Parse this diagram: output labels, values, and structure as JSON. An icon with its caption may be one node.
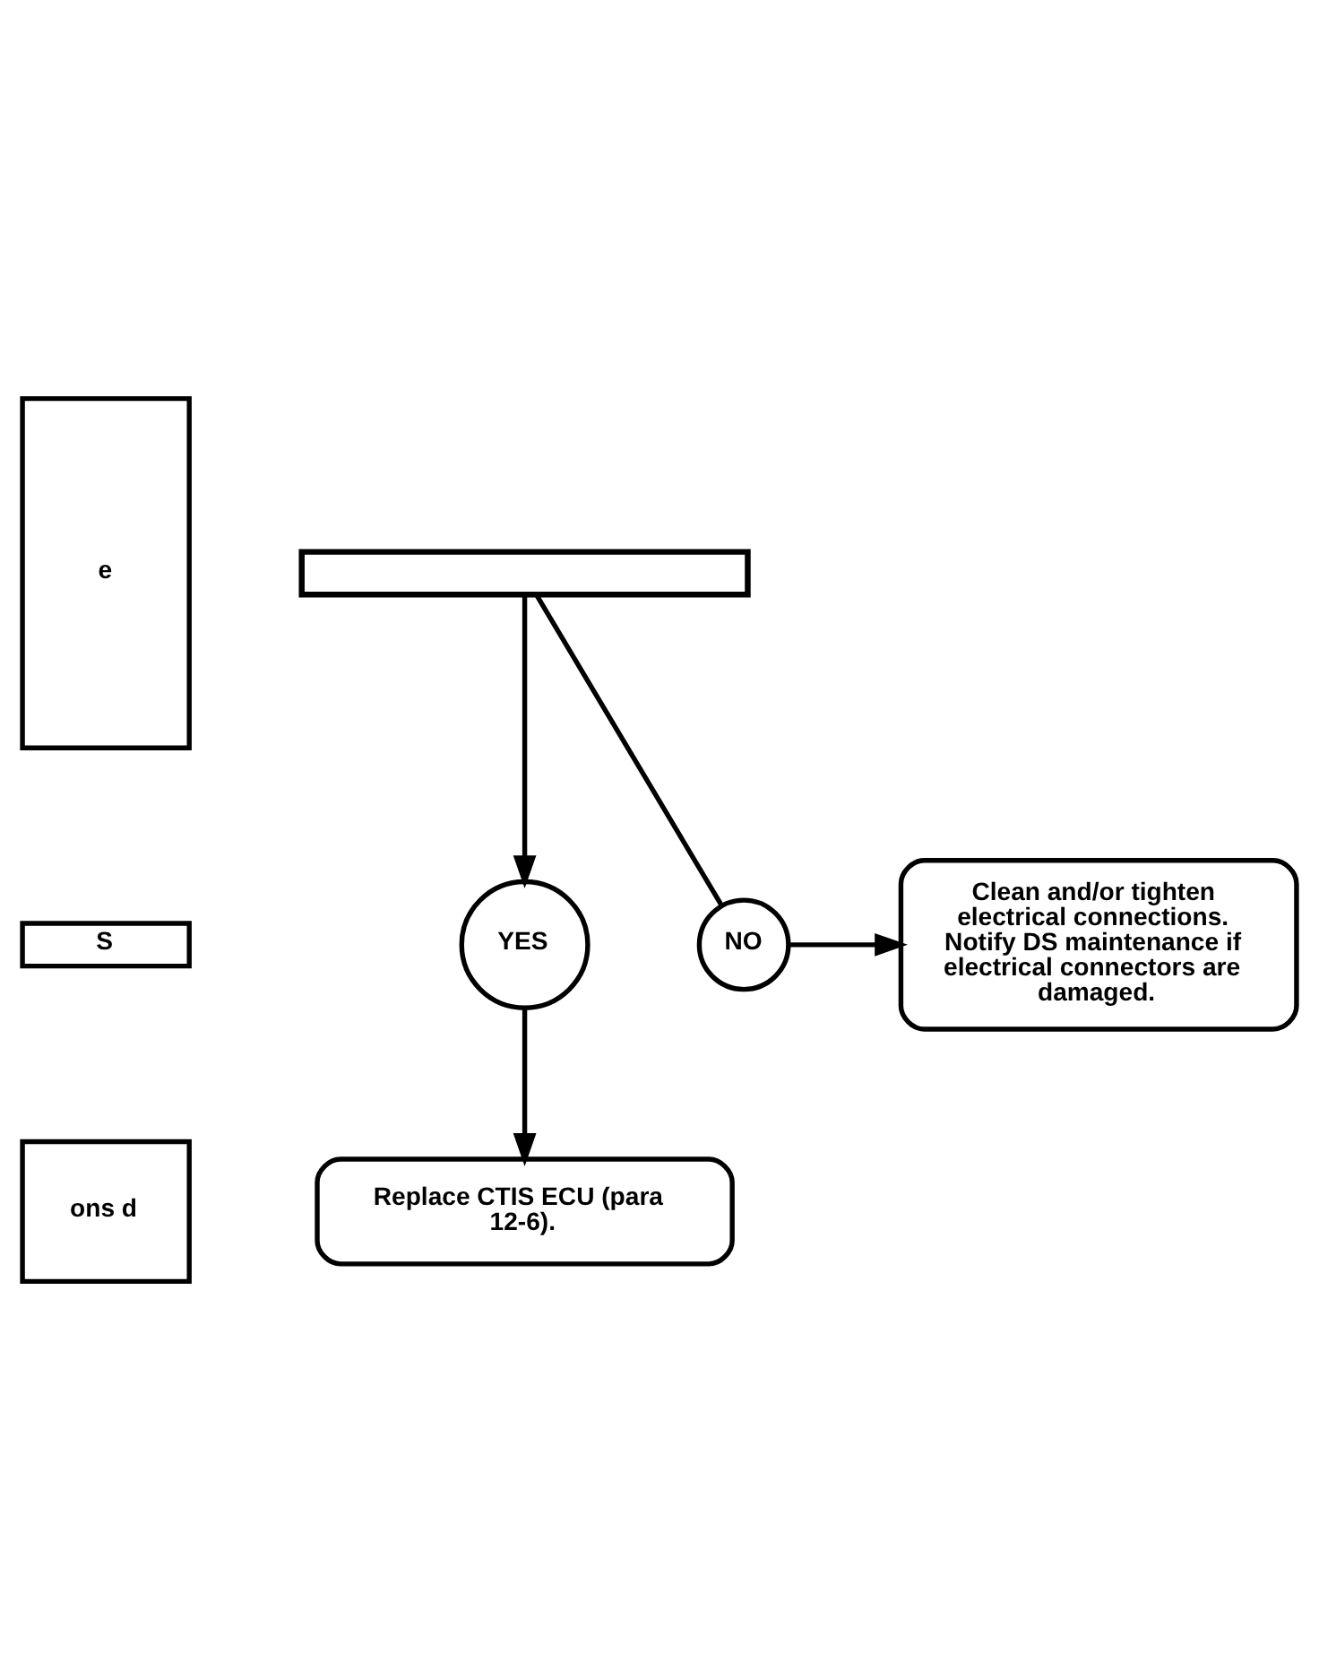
{
  "diagram": {
    "nodes": [
      {
        "text": [],
        "shape": "box"
      },
      {
        "text": [
          "e"
        ]
      },
      {
        "text": [
          "S"
        ]
      },
      {
        "text": [
          "ons d"
        ]
      },
      {
        "text": [
          "NO"
        ]
      },
      {
        "text": [
          "Clean and/or tighten electrical connections. Notify DS maintenance if electrical connectors are damaged."
        ]
      },
      {
        "text": [
          "YES"
        ]
      },
      {
        "text": [
          "Replace CTIS ECU (para 12-6)."
        ]
      }
    ],
    "edges": [
      {
        "from": 0,
        "to": 4,
        "arrow": "none"
      },
      {
        "from": 4,
        "to": 5,
        "arrow": "to"
      },
      {
        "from": 0,
        "to": 6,
        "arrow": "to"
      },
      {
        "from": 6,
        "to": 7,
        "arrow": "to"
      }
    ]
  }
}
